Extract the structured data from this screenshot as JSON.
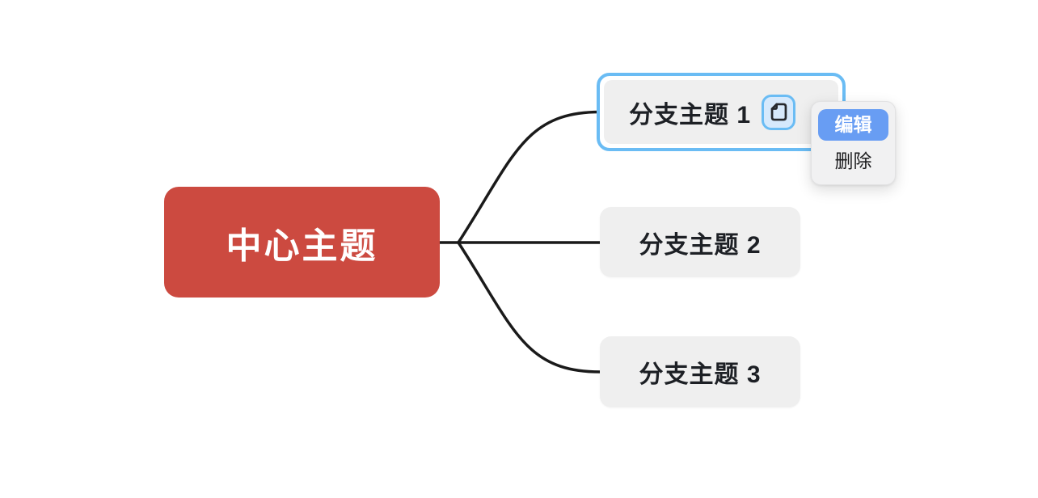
{
  "colors": {
    "canvas_bg": "#ffffff",
    "root_fill": "#cc4a40",
    "root_text": "#ffffff",
    "branch_fill": "#efefef",
    "branch_text": "#1d2025",
    "selection_blue": "#6abcf4",
    "connector": "#1a1a1a",
    "note_badge_fill": "#d6e9fc",
    "note_icon_stroke": "#26292e",
    "menu_bg": "#f1f1f2",
    "menu_highlight_blue": "#689df3",
    "menu_text": "#1c1c1e"
  },
  "mindmap": {
    "root": {
      "label": "中心主题"
    },
    "branches": [
      {
        "label": "分支主题 1",
        "selected": true,
        "note_icon": true
      },
      {
        "label": "分支主题 2",
        "selected": false,
        "note_icon": false
      },
      {
        "label": "分支主题 3",
        "selected": false,
        "note_icon": false
      }
    ]
  },
  "icons": {
    "note_icon": "note-document-icon"
  },
  "context_menu": {
    "items": [
      {
        "label": "编辑",
        "highlighted": true
      },
      {
        "label": "删除",
        "highlighted": false
      }
    ]
  }
}
